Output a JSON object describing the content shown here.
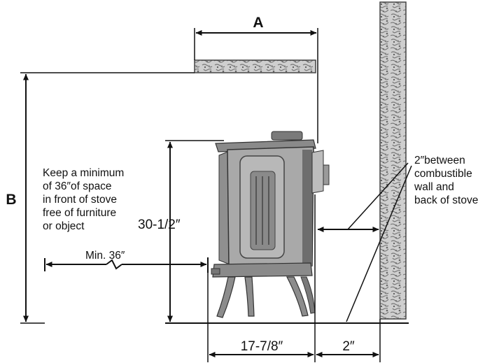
{
  "labels": {
    "dimension_a": "A",
    "dimension_b": "B",
    "front_clearance_note": [
      "Keep a minimum",
      "of 36″of space",
      "in front of stove",
      " free of furniture",
      "or object"
    ],
    "min_front_clearance": "Min. 36″",
    "stove_height": "30-1/2″",
    "stove_depth": "17-7/8″",
    "back_clearance": "2″",
    "back_clearance_note": [
      "2″between",
      "combustible",
      "wall and",
      "back of stove"
    ]
  },
  "colors": {
    "line": "#111111",
    "stove_body": "#a9a9a9",
    "stove_dark": "#6e6e6e",
    "wall_texture": "#8c8c8c"
  }
}
